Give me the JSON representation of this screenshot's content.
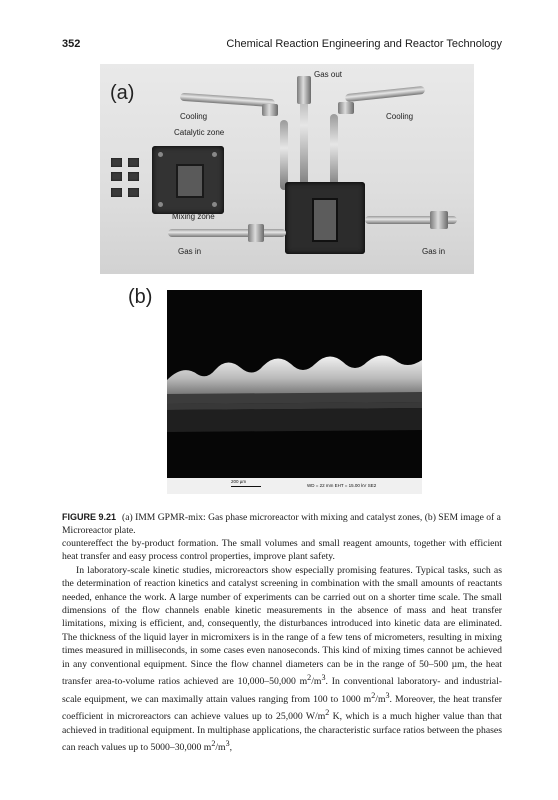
{
  "header": {
    "page_number": "352",
    "running_title": "Chemical Reaction Engineering and Reactor Technology"
  },
  "figure_a": {
    "panel_label": "(a)",
    "labels": {
      "gas_out": "Gas out",
      "cooling_left": "Cooling",
      "cooling_right": "Cooling",
      "catalytic_zone": "Catalytic zone",
      "mixing_zone": "Mixing zone",
      "gas_in_left": "Gas in",
      "gas_in_right": "Gas in"
    }
  },
  "figure_b": {
    "panel_label": "(b)",
    "scale_text": "200 µm",
    "info_text": "WD =  22 mm  EHT = 15.00 kV  SE2"
  },
  "caption": {
    "label": "FIGURE 9.21",
    "text": "(a) IMM GPMR-mix: Gas phase microreactor with mixing and catalyst zones, (b) SEM image of a Microreactor plate."
  },
  "body": {
    "p1": "countereffect the by-product formation. The small volumes and small reagent amounts, together with efficient heat transfer and easy process control properties, improve plant safety.",
    "p2_before_sup1": "In laboratory-scale kinetic studies, microreactors show especially promising features. Typical tasks, such as the determination of reaction kinetics and catalyst screening in combination with the small amounts of reactants needed, enhance the work. A large number of experiments can be carried out on a shorter time scale. The small dimensions of the flow channels enable kinetic measurements in the absence of mass and heat transfer limitations, mixing is efficient, and, consequently, the disturbances introduced into kinetic data are eliminated. The thickness of the liquid layer in micromixers is in the range of a few tens of micrometers, resulting in mixing times measured in milliseconds, in some cases even nanoseconds. This kind of mixing times cannot be achieved in any conventional equipment. Since the flow channel diameters can be in the range of 50–500 µm, the heat transfer area-to-volume ratios achieved are 10,000–50,000 m",
    "sup1": "2",
    "mid1": "/m",
    "sup2": "3",
    "p2_after_sup2": ". In conventional laboratory- and industrial-scale equipment, we can maximally attain values ranging from 100 to 1000 m",
    "sup3": "2",
    "mid2": "/m",
    "sup4": "3",
    "p2_after_sup4": ". Moreover, the heat transfer coefficient in microreactors can achieve values up to 25,000 W/m",
    "sup5": "2",
    "p2_after_sup5": " K, which is a much higher value than that achieved in traditional equipment. In multiphase applications, the characteristic surface ratios between the phases can reach values up to 5000–30,000 m",
    "sup6": "2",
    "mid3": "/m",
    "sup7": "3",
    "p2_end": ","
  }
}
